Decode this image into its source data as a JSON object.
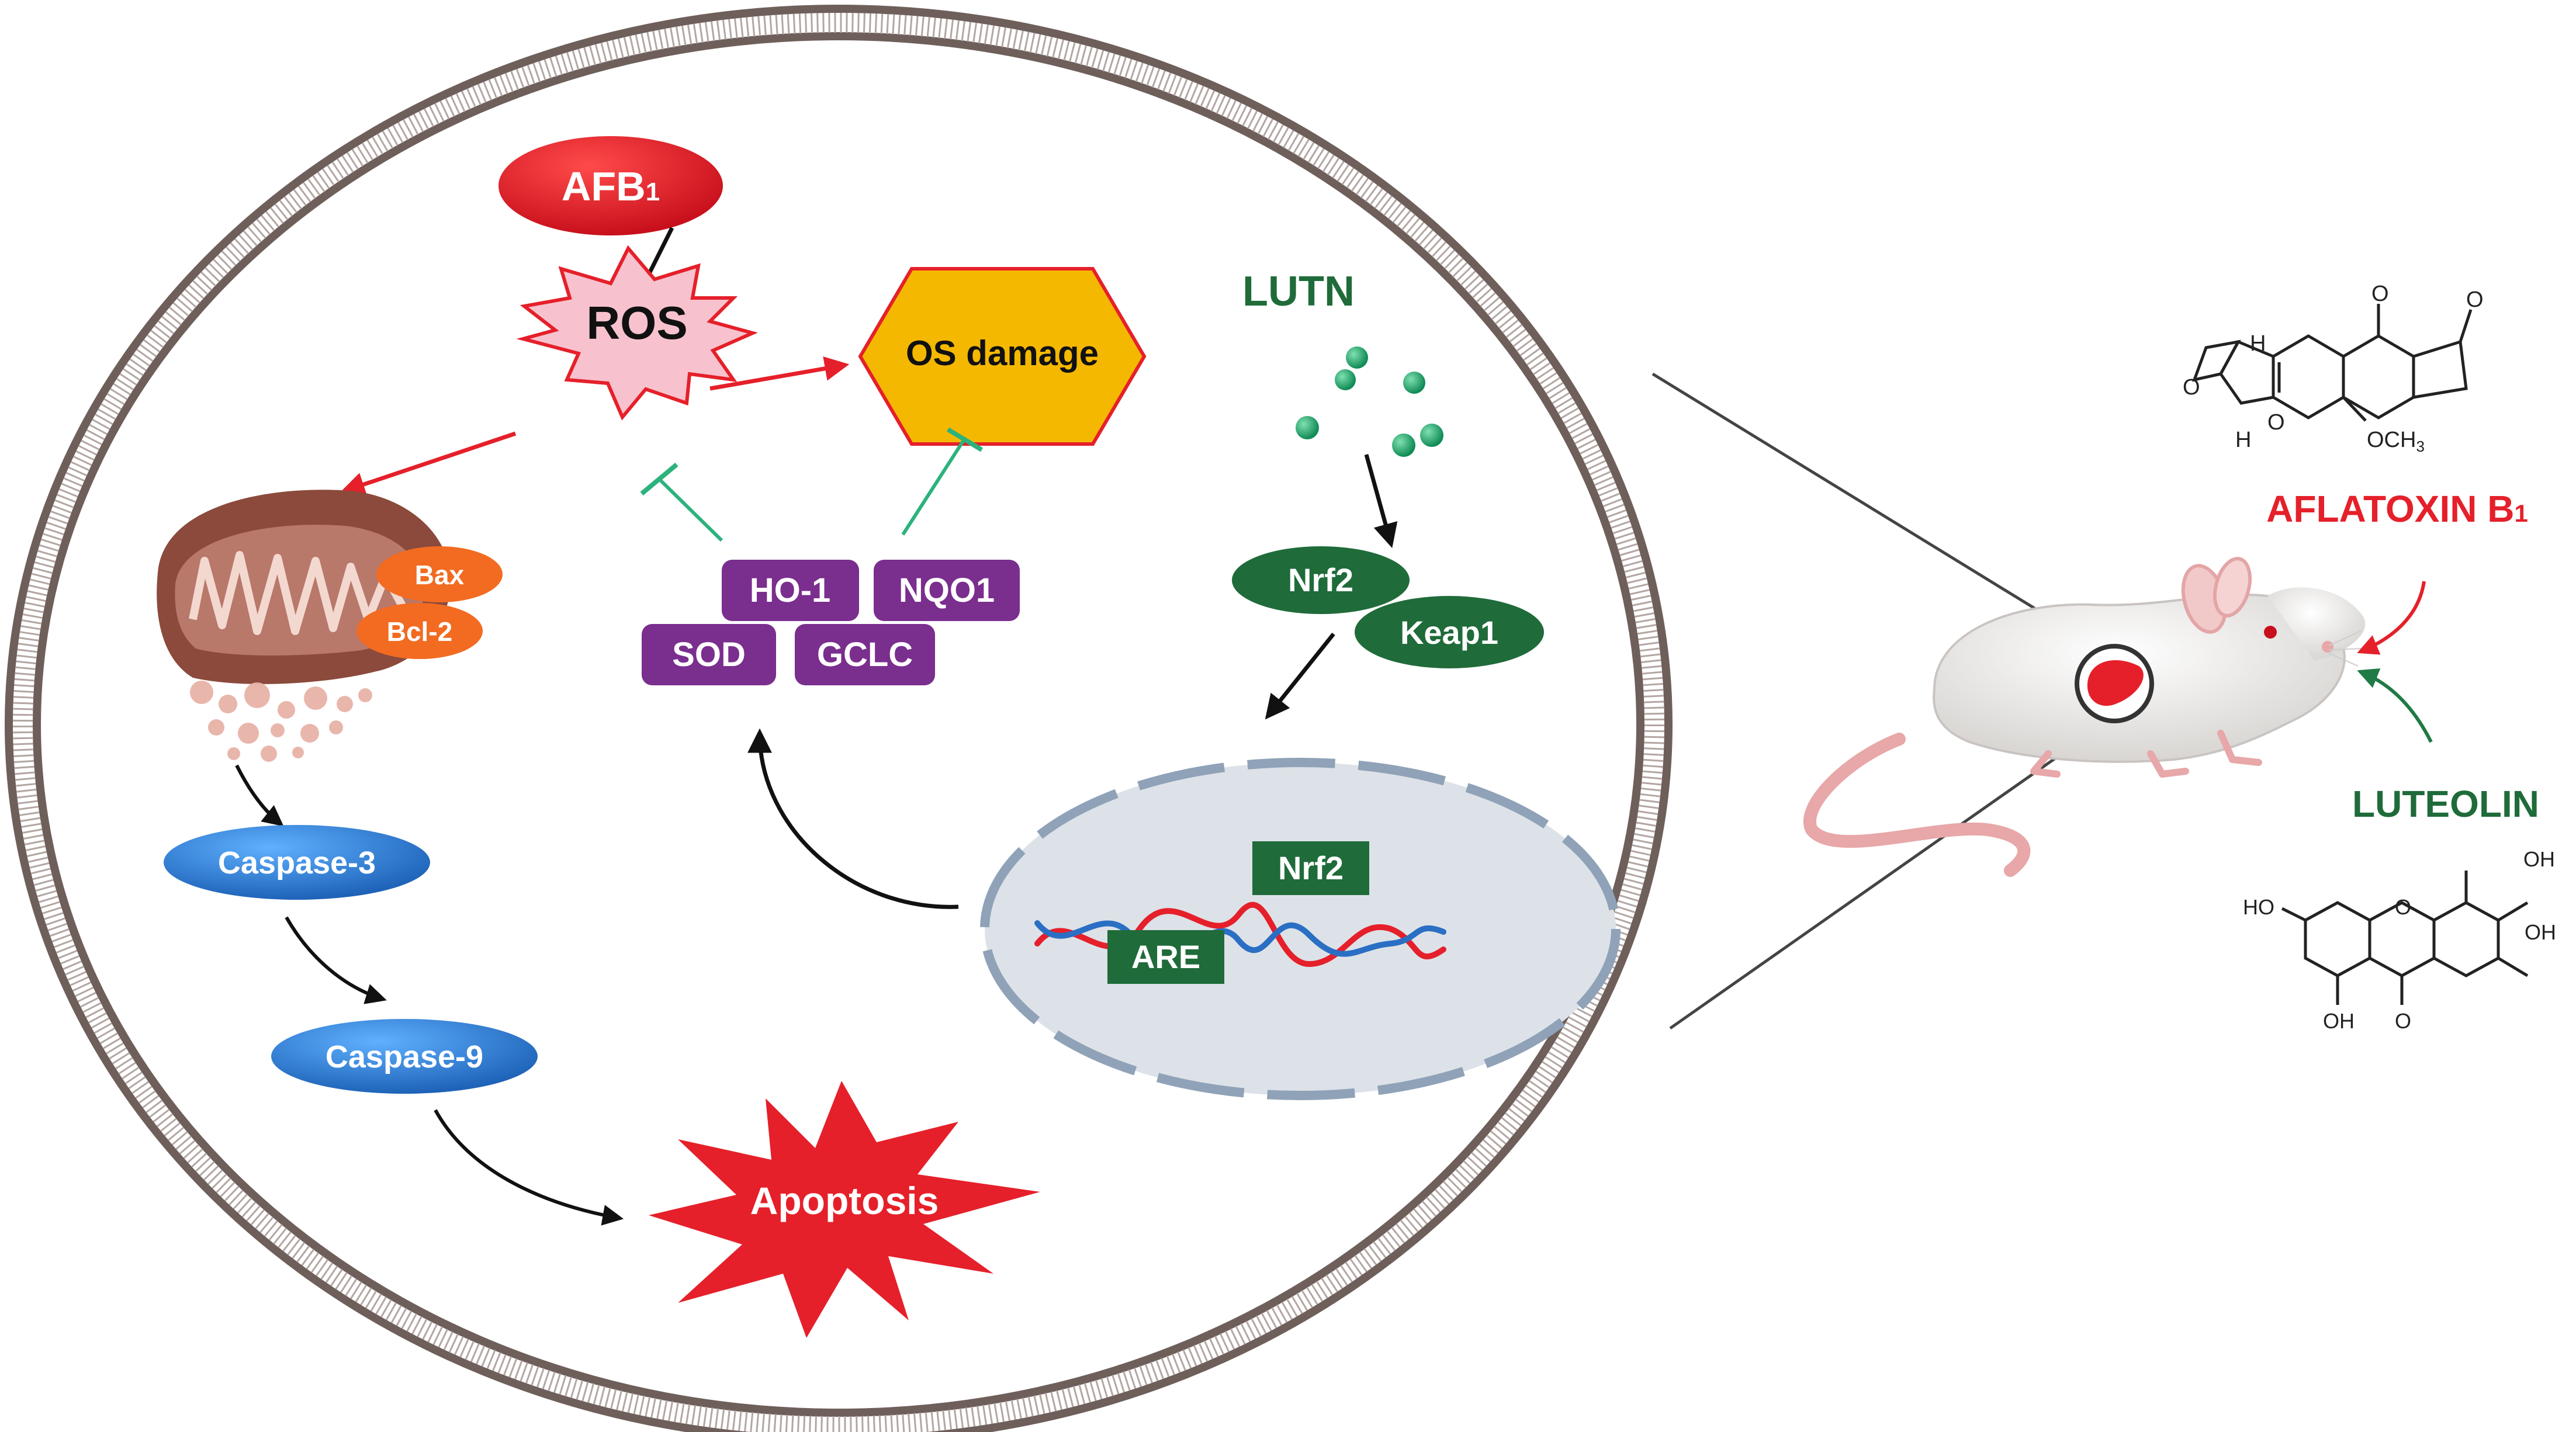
{
  "labels": {
    "afb1_main": "AFB",
    "afb1_sub": "1",
    "ros": "ROS",
    "os_damage": "OS damage",
    "lutn": "LUTN",
    "bax": "Bax",
    "bcl2": "Bcl-2",
    "ho1": "HO-1",
    "nqo1": "NQO1",
    "sod": "SOD",
    "gclc": "GCLC",
    "nrf2_top": "Nrf2",
    "keap1": "Keap1",
    "nrf2_nucleus": "Nrf2",
    "are": "ARE",
    "caspase3": "Caspase-3",
    "caspase9": "Caspase-9",
    "apoptosis": "Apoptosis",
    "aflatoxin_main": "AFLATOXIN B",
    "aflatoxin_sub": "1",
    "luteolin": "LUTEOLIN"
  },
  "chem_labels": {
    "h_top": "H",
    "h_bottom": "H",
    "och3": "OCH",
    "och3_sub": "3",
    "oh_top": "OH",
    "oh_right": "OH",
    "ho_left": "HO",
    "oh_bottom": "OH",
    "o_ring": "O",
    "o_ring2": "O",
    "o_keto": "O",
    "o_keto2": "O",
    "o_lut_ring": "O",
    "o_lut_keto": "O"
  },
  "colors": {
    "red": "#e5202a",
    "ros_fill": "#f7c6d0",
    "os_fill": "#f5b800",
    "dark_green": "#1f6b3a",
    "green_arrow": "#2db27d",
    "purple": "#7a2e8e",
    "orange": "#f26b21",
    "blue": "#2a7fd4",
    "nucleus_fill": "#dde2e8",
    "nucleus_border": "#8fa2b8",
    "membrane": "#7a6a66"
  }
}
